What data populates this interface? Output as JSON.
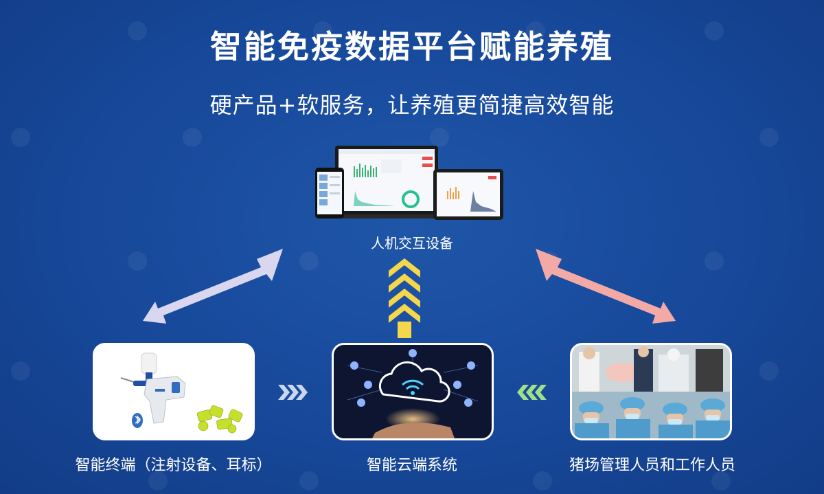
{
  "header": {
    "title": "智能免疫数据平台赋能养殖",
    "subtitle": "硬产品+软服务，让养殖更简捷高效智能"
  },
  "nodes": {
    "hmi_label": "人机交互设备",
    "terminal_label": "智能终端（注射设备、耳标）",
    "cloud_label": "智能云端系统",
    "staff_label": "猪场管理人员和工作人员"
  },
  "colors": {
    "background": "#17489a",
    "arrow_left": "#d9d6f0",
    "arrow_right": "#f3aaa6",
    "arrow_up": "#f6d64a",
    "chevron_right": "#c9d6ee",
    "chevron_left": "#9fe08a"
  }
}
